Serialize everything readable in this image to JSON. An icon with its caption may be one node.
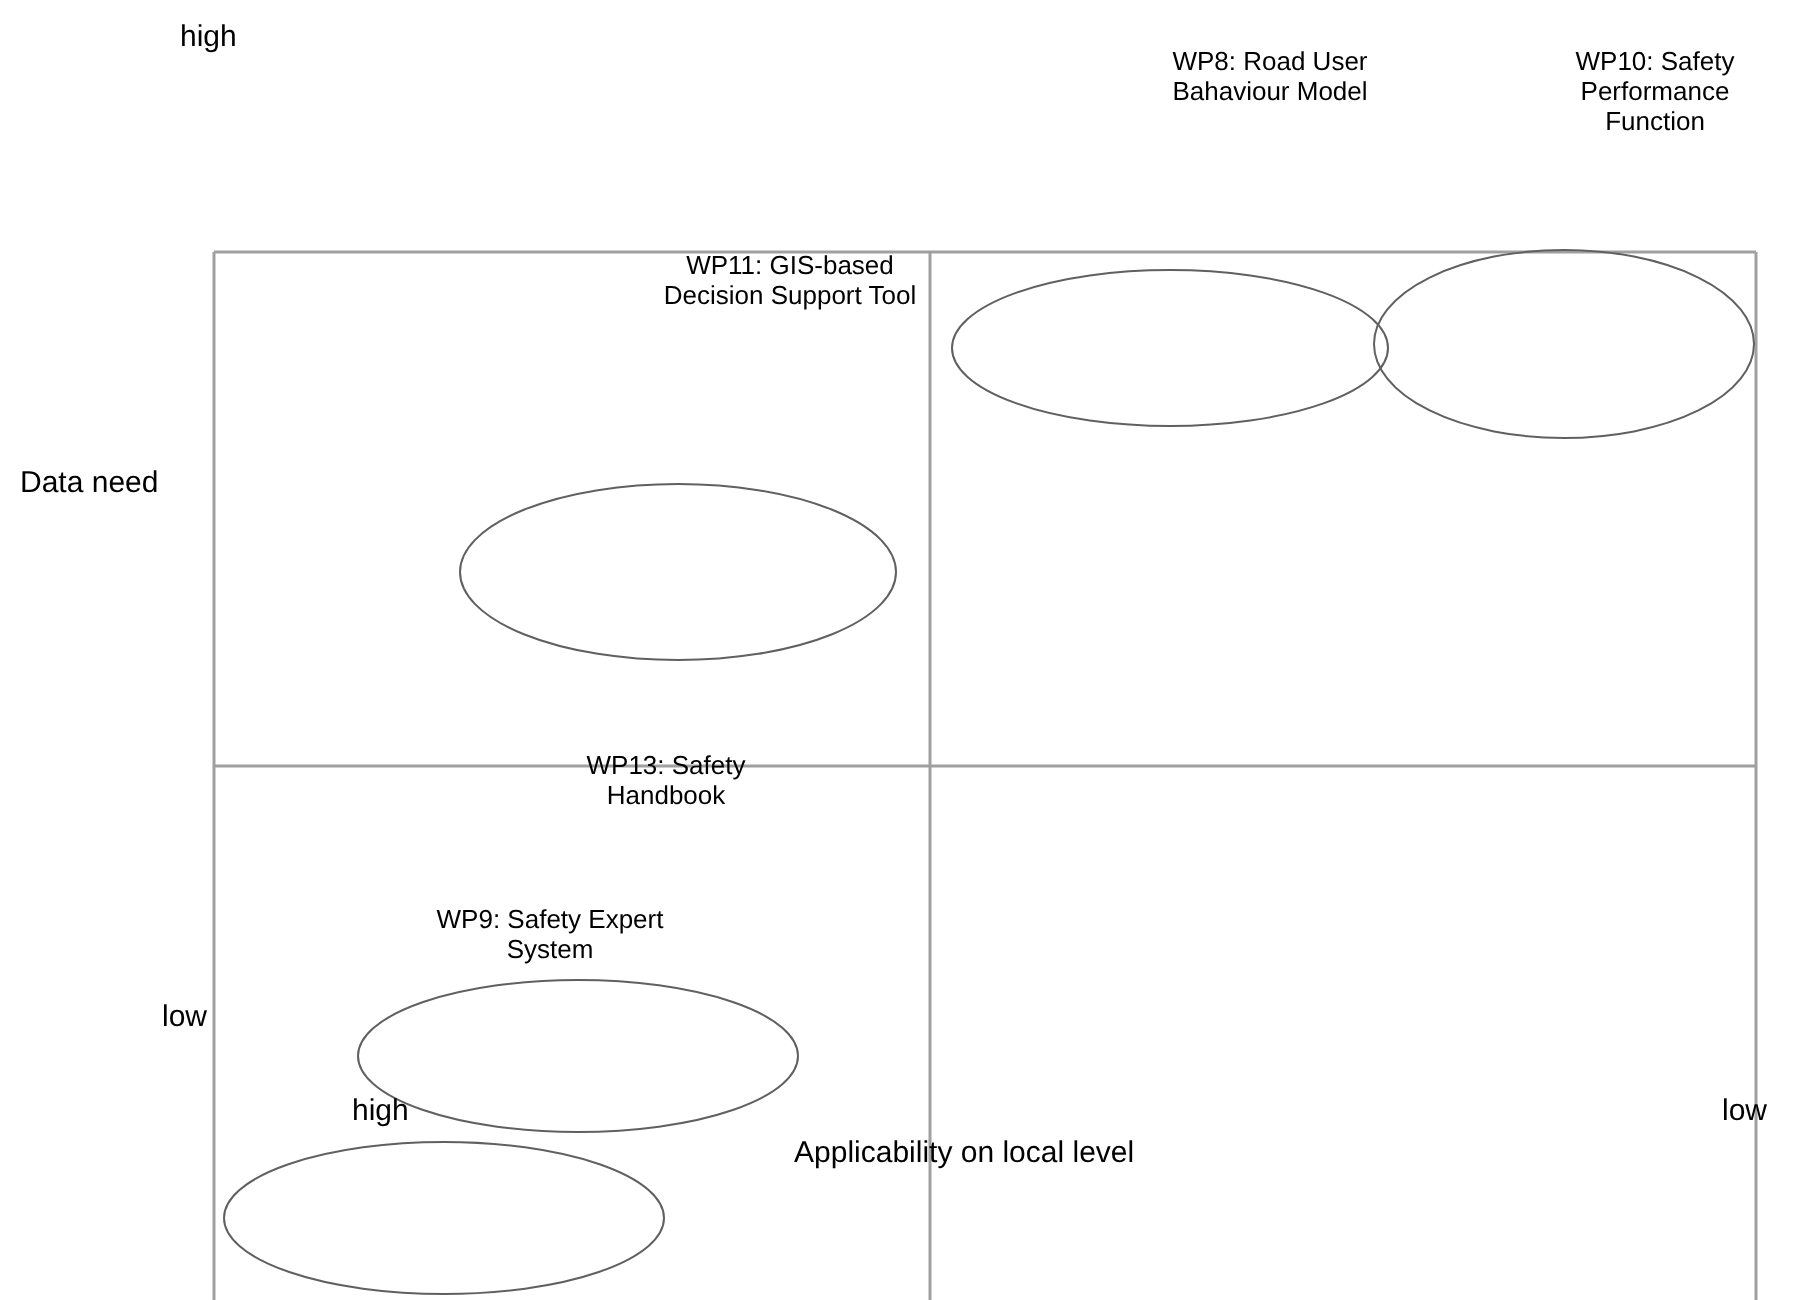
{
  "diagram": {
    "nodes": [
      {
        "text": [],
        "shape": "ellipse"
      },
      {
        "text": [],
        "shape": "ellipse"
      },
      {
        "text": [],
        "shape": "ellipse"
      },
      {
        "text": [],
        "shape": "ellipse"
      },
      {
        "text": [],
        "shape": "ellipse"
      }
    ],
    "labels": [
      "high",
      "WP8: Road User Bahaviour Model",
      "WP10: Safety Performance Function",
      "WP11: GIS-based Decision Support Tool",
      "Data need",
      "WP13: Safety Handbook",
      "WP9: Safety Expert System",
      "low",
      "high",
      "low",
      "Applicability on local level"
    ]
  }
}
